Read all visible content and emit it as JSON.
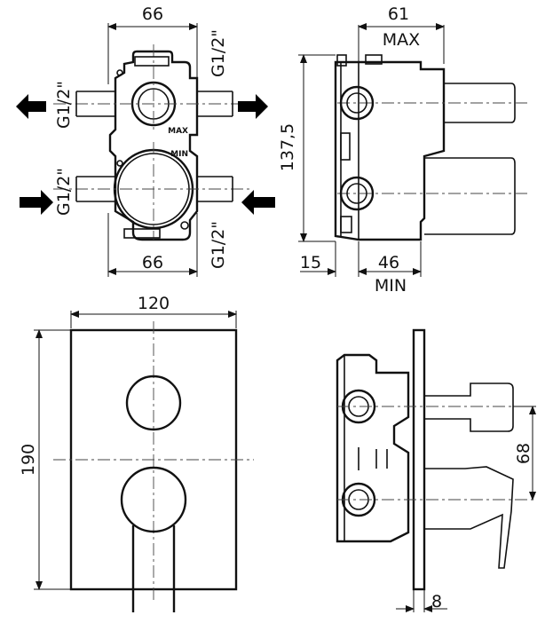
{
  "top_left": {
    "dim_top": "66",
    "dim_bottom": "66",
    "thread_top_left": "G1/2\"",
    "thread_top_right": "G1/2\"",
    "thread_bottom_left": "G1/2\"",
    "thread_bottom_right": "G1/2\"",
    "engraved_max": "MAX",
    "engraved_min": "MIN"
  },
  "top_right": {
    "dim_top": "61",
    "dim_top_sub": "MAX",
    "dim_height": "137,5",
    "dim_bottom_left": "15",
    "dim_bottom_right": "46",
    "dim_bottom_sub": "MIN"
  },
  "bottom_left": {
    "dim_width": "120",
    "dim_height": "190"
  },
  "bottom_right": {
    "dim_vertical": "68",
    "dim_plate": "8"
  }
}
